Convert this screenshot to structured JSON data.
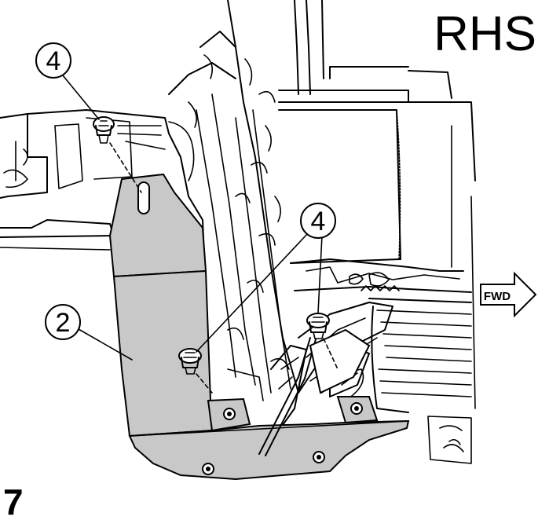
{
  "diagram": {
    "side_label": "RHS",
    "step_number": "7",
    "direction_arrow": "FWD",
    "callouts": [
      {
        "number": "4",
        "part": "fastener"
      },
      {
        "number": "4",
        "part": "fastener"
      },
      {
        "number": "2",
        "part": "splash-shield"
      }
    ],
    "colors": {
      "shield_fill": "#c8c8c8",
      "line": "#000000",
      "background": "#ffffff"
    }
  }
}
